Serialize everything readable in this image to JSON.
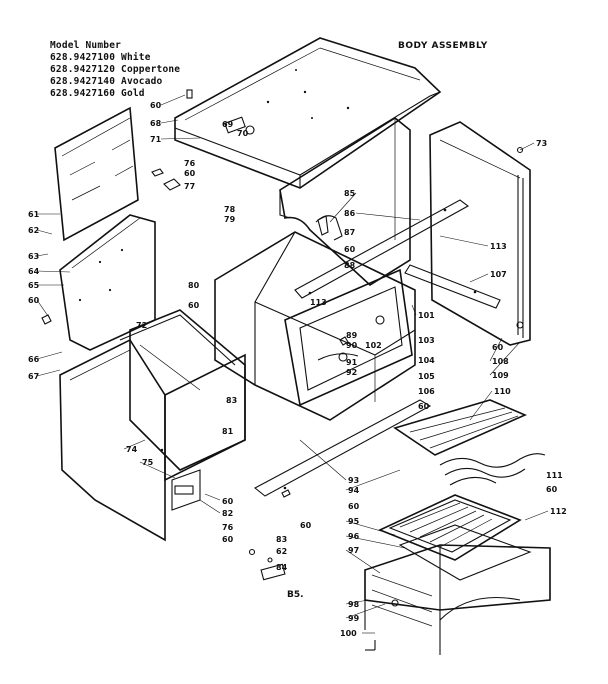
{
  "header": {
    "model_label": "Model Number",
    "models": [
      "628.9427100 White",
      "628.9427120 Coppertone",
      "628.9427140 Avocado",
      "628.9427160 Gold"
    ],
    "title": "BODY ASSEMBLY"
  },
  "page_code": "B5.",
  "part_numbers": [
    "60",
    "68",
    "69",
    "70",
    "71",
    "76",
    "60",
    "77",
    "78",
    "79",
    "61",
    "62",
    "63",
    "64",
    "65",
    "60",
    "66",
    "67",
    "72",
    "73",
    "85",
    "86",
    "87",
    "60",
    "88",
    "113",
    "113",
    "107",
    "80",
    "60",
    "101",
    "89",
    "90",
    "102",
    "103",
    "104",
    "91",
    "92",
    "108",
    "60",
    "109",
    "105",
    "106",
    "60",
    "110",
    "83",
    "81",
    "74",
    "75",
    "60",
    "82",
    "93",
    "94",
    "60",
    "95",
    "96",
    "97",
    "98",
    "99",
    "100",
    "111",
    "112",
    "60",
    "76",
    "60",
    "83",
    "62",
    "84",
    "60"
  ]
}
